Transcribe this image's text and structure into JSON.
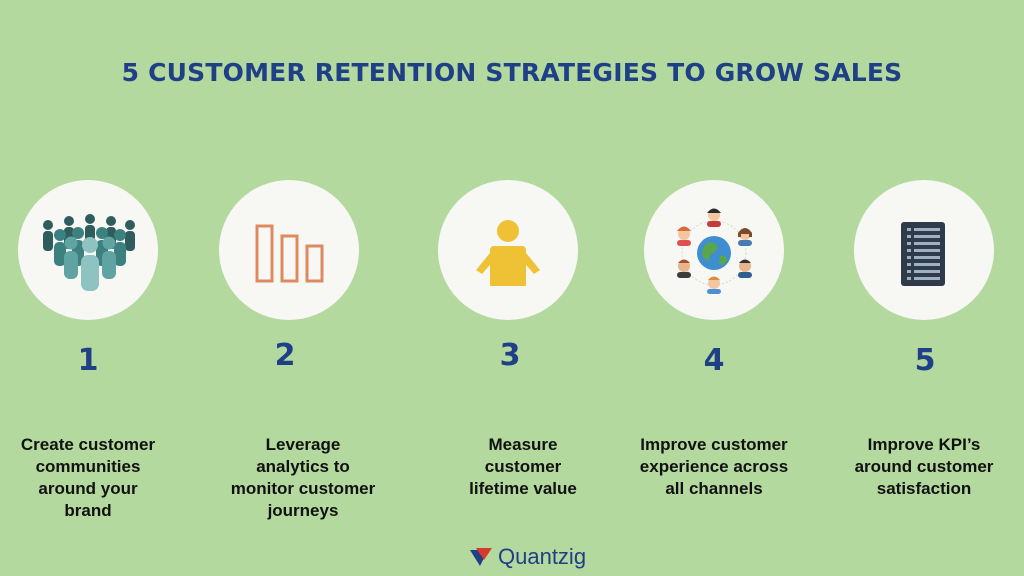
{
  "title": "5 CUSTOMER RETENTION STRATEGIES TO GROW SALES",
  "strategies": [
    {
      "number": "1",
      "lines": [
        "Create customer",
        "communities",
        "around your",
        "brand"
      ],
      "icon": "people-group-icon"
    },
    {
      "number": "2",
      "lines": [
        "Leverage",
        "analytics to",
        "monitor customer",
        "journeys"
      ],
      "icon": "bar-chart-icon"
    },
    {
      "number": "3",
      "lines": [
        "Measure",
        "customer",
        "lifetime value"
      ],
      "icon": "person-icon"
    },
    {
      "number": "4",
      "lines": [
        "Improve customer",
        "experience across",
        "all channels"
      ],
      "icon": "global-customers-icon"
    },
    {
      "number": "5",
      "lines": [
        "Improve KPI’s",
        "around customer",
        "satisfaction"
      ],
      "icon": "server-list-icon"
    }
  ],
  "brand": {
    "name": "Quantzig"
  },
  "colors": {
    "background": "#b3d99f",
    "title": "#1f3f86",
    "circle": "#f7f8f4"
  }
}
